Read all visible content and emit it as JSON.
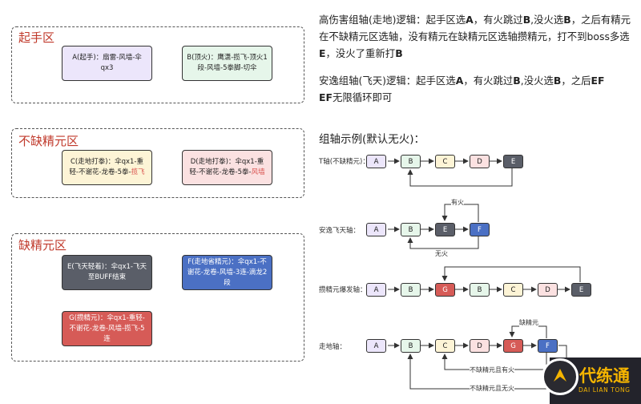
{
  "zones": {
    "start": {
      "title": "起手区"
    },
    "nolack": {
      "title": "不缺精元区"
    },
    "lack": {
      "title": "缺精元区"
    }
  },
  "cards": {
    "a": {
      "text": "A(起手)：扇雷-风墙-伞qx3",
      "color": "#ece6fb"
    },
    "b": {
      "text": "B(顶火)：鹰潇-揽飞-顶火1段-风墙-5拳脚-切伞",
      "color": "#e6f6ea"
    },
    "c": {
      "text_main": "C(走地打拳)：伞qx1-重轻-不谢花-龙卷-5拳-",
      "text_red": "揽飞",
      "color": "#fdf4d6"
    },
    "d": {
      "text_main": "D(走地打拳)：伞qx1-重轻-不谢花-龙卷-5拳-",
      "text_red": "风墙",
      "color": "#fbe1e1"
    },
    "e": {
      "text": "E(飞天轻着)：伞qx1-飞天至BUFF结束",
      "color": "#5a5e68"
    },
    "f": {
      "text": "F(走地省精元)：伞qx1-不谢花-龙卷-风墙-3连-滴龙2段",
      "color": "#4b70c4"
    },
    "g": {
      "text": "G(攒精元)：伞qx1-重轻-不谢花-龙卷-风墙-揽飞-5连",
      "color": "#d65b57"
    }
  },
  "text": {
    "p1_a": "高伤害组轴(走地)逻辑：起手区选",
    "p1_A": "A",
    "p1_b": "，有火跳过",
    "p1_B": "B",
    "p1_c": ",没火选",
    "p1_B2": "B",
    "p1_d": "，之后有精元在不缺精元区选轴，没有精元在缺精元区选轴攒精元，打不到boss多选",
    "p1_E": "E",
    "p1_e": "，没火了重新打",
    "p1_B3": "B",
    "p2_a": "安逸组轴(飞天)逻辑：起手区选",
    "p2_A": "A",
    "p2_b": "，有火跳过",
    "p2_B": "B",
    "p2_c": ",没火选",
    "p2_B2": "B",
    "p2_d": "，之后",
    "p2_EF": "EF",
    "p2_EF2": "EF",
    "p2_e": "无限循环即可",
    "examples_title": "组轴示例(默认无火)："
  },
  "rows": {
    "t": {
      "label": "T轴(不缺精元)："
    },
    "fly": {
      "label": "安逸飞天轴：",
      "label_up": "有火",
      "label_down": "无火"
    },
    "burst": {
      "label": "攒精元爆发轴："
    },
    "walk": {
      "label": "走地轴：",
      "label_up": "缺精元",
      "label_mid": "不缺精元且有火",
      "label_low": "不缺精元且无火"
    }
  },
  "nodes": {
    "A": "A",
    "B": "B",
    "C": "C",
    "D": "D",
    "E": "E",
    "F": "F",
    "G": "G"
  },
  "node_colors": {
    "A": "#ece6fb",
    "B": "#e6f6ea",
    "C": "#fdf4d6",
    "D": "#fbe1e1",
    "E": "#5a5e68",
    "F": "#4b70c4",
    "G": "#d65b57"
  },
  "logo": {
    "main": "代练通",
    "sub": "DAI LIAN TONG"
  }
}
